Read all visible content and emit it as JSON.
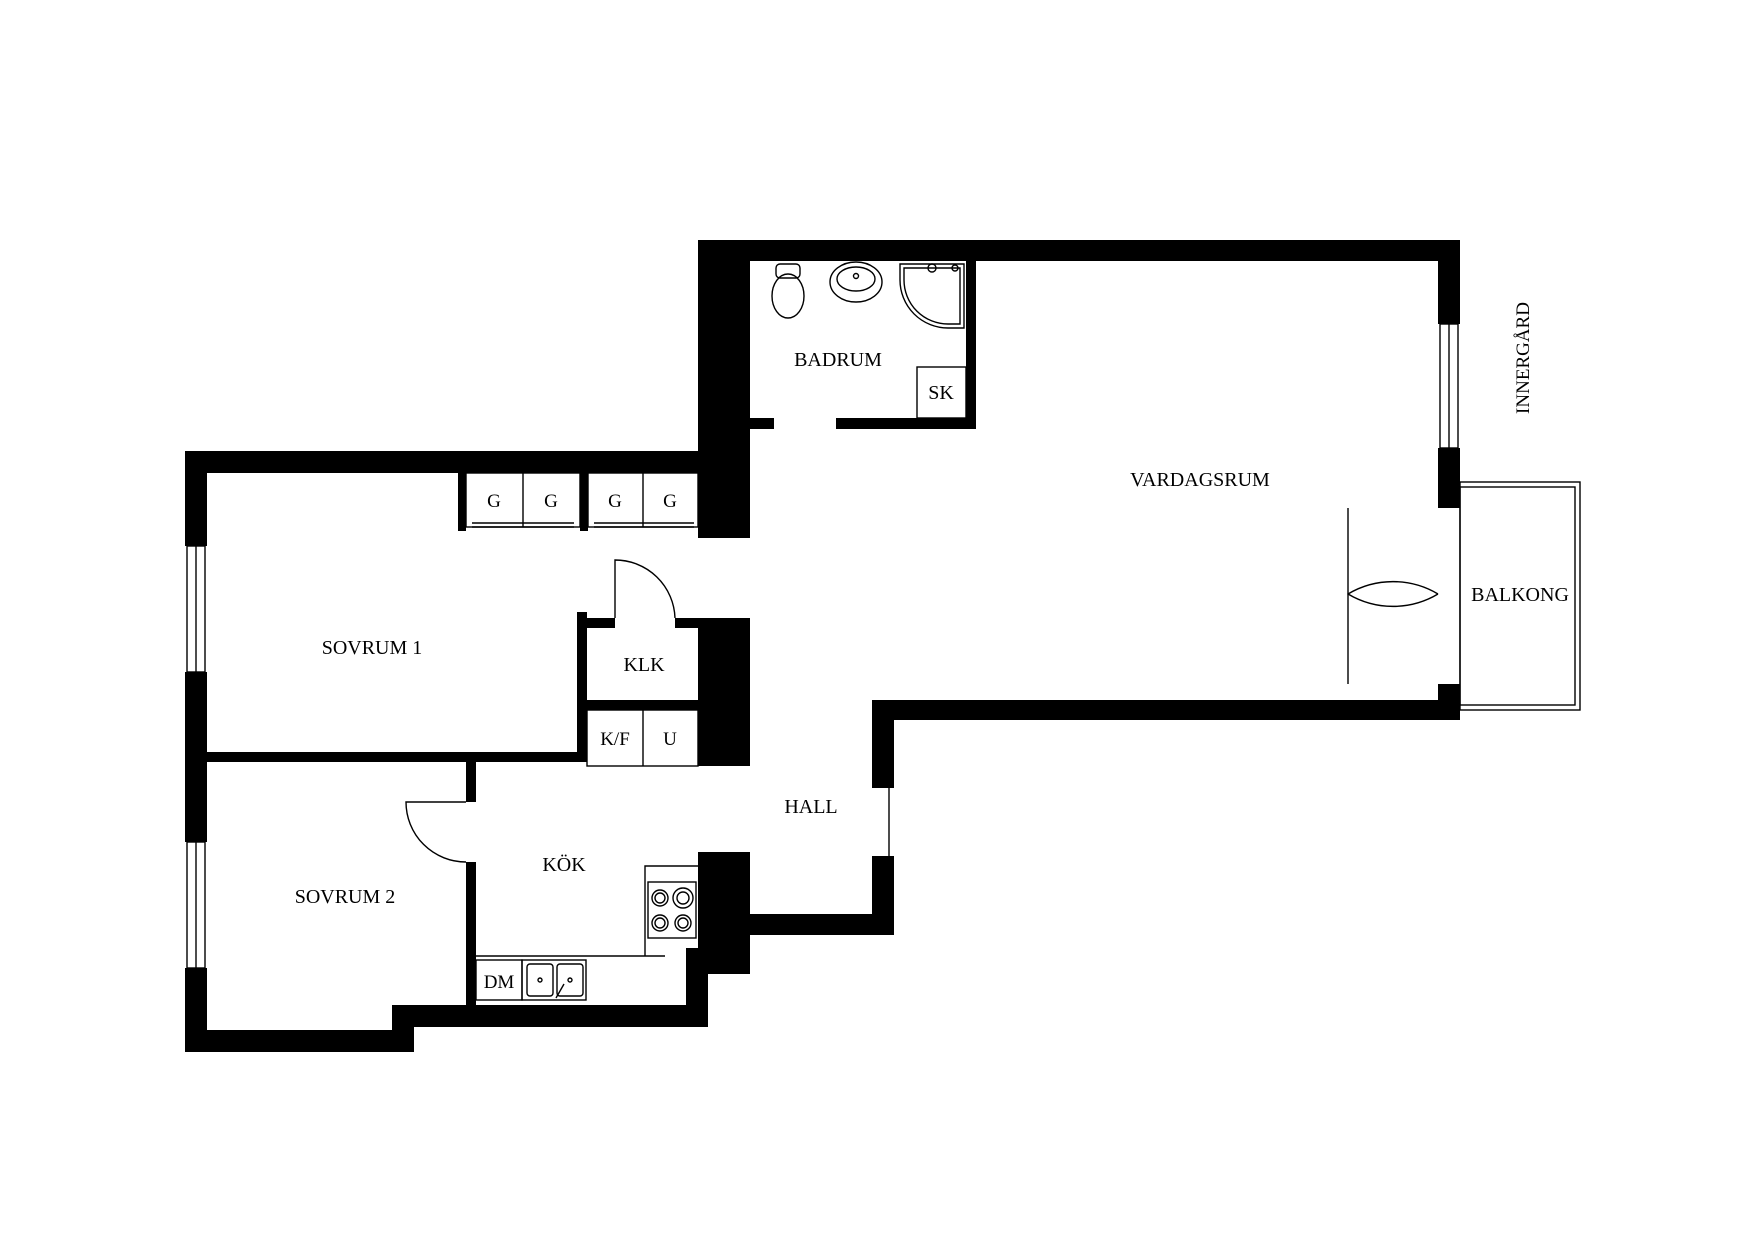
{
  "rooms": {
    "badrum": "BADRUM",
    "vardagsrum": "VARDAGSRUM",
    "sovrum1": "SOVRUM 1",
    "sovrum2": "SOVRUM 2",
    "klk": "KLK",
    "hall": "HALL",
    "kok": "KÖK",
    "balkong": "BALKONG"
  },
  "fixtures": {
    "sk": "SK",
    "g": "G",
    "kf": "K/F",
    "u": "U",
    "dm": "DM"
  },
  "orientation": {
    "innergard": "INNERGÅRD"
  }
}
